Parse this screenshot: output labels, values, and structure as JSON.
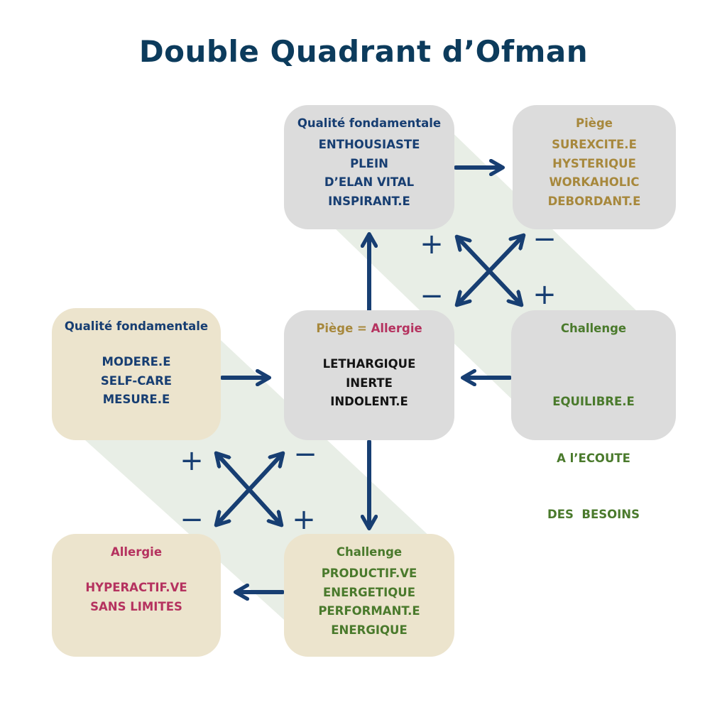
{
  "title": "Double Quadrant d’Ofman",
  "upper_quadrant": {
    "quality": {
      "heading": "Qualité fondamentale",
      "items": [
        "ENTHOUSIASTE",
        "PLEIN",
        "D’ELAN VITAL",
        "INSPIRANT.E"
      ]
    },
    "trap": {
      "heading": "Piège",
      "items": [
        "SUREXCITE.E",
        "HYSTERIQUE",
        "WORKAHOLIC",
        "DEBORDANT.E"
      ]
    },
    "challenge": {
      "heading": "Challenge",
      "items": [
        "EQUILIBRE.E",
        "A l’ECOUTE",
        "DES  BESOINS"
      ]
    },
    "signs": {
      "top_left": "+",
      "top_right": "−",
      "bottom_left": "−",
      "bottom_right": "+"
    }
  },
  "center": {
    "heading_part1": "Piège",
    "heading_sep": "=",
    "heading_part2": "Allergie",
    "items": [
      "LETHARGIQUE",
      "INERTE",
      "INDOLENT.E"
    ]
  },
  "lower_quadrant": {
    "quality": {
      "heading": "Qualité fondamentale",
      "items": [
        "MODERE.E",
        "SELF-CARE",
        "MESURE.E"
      ]
    },
    "allergy": {
      "heading": "Allergie",
      "items": [
        "HYPERACTIF.VE",
        "SANS LIMITES"
      ]
    },
    "challenge": {
      "heading": "Challenge",
      "items": [
        "PRODUCTIF.VE",
        "ENERGETIQUE",
        "PERFORMANT.E",
        "ENERGIQUE"
      ]
    },
    "signs": {
      "top_left": "+",
      "top_right": "−",
      "bottom_left": "−",
      "bottom_right": "+"
    }
  },
  "colors": {
    "navy": "#173e72",
    "title": "#0c3b5c",
    "gold": "#a7883c",
    "magenta": "#b5325f",
    "green": "#4a7a2c",
    "gray_box": "#dcdcdc",
    "beige_box": "#ece4cd",
    "band": "#e8eee6"
  }
}
